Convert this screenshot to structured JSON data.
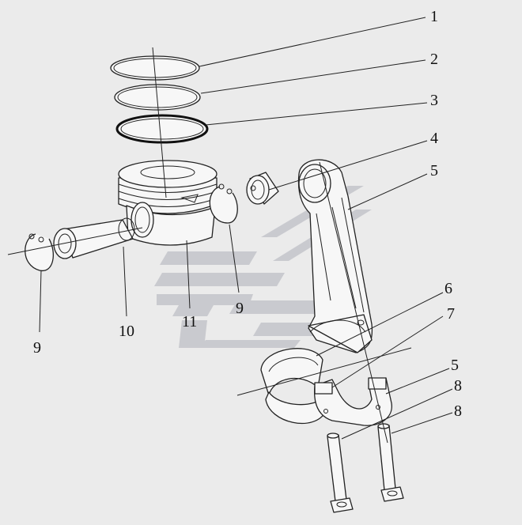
{
  "labels": {
    "l1": "1",
    "l2": "2",
    "l3": "3",
    "l4": "4",
    "l5a": "5",
    "l6": "6",
    "l7": "7",
    "l5b": "5",
    "l8a": "8",
    "l8b": "8",
    "l9a": "9",
    "l9b": "9",
    "l10": "10",
    "l11": "11"
  },
  "colors": {
    "background": "#ebebeb",
    "watermark": "#c9cacf",
    "ink": "#222222"
  }
}
